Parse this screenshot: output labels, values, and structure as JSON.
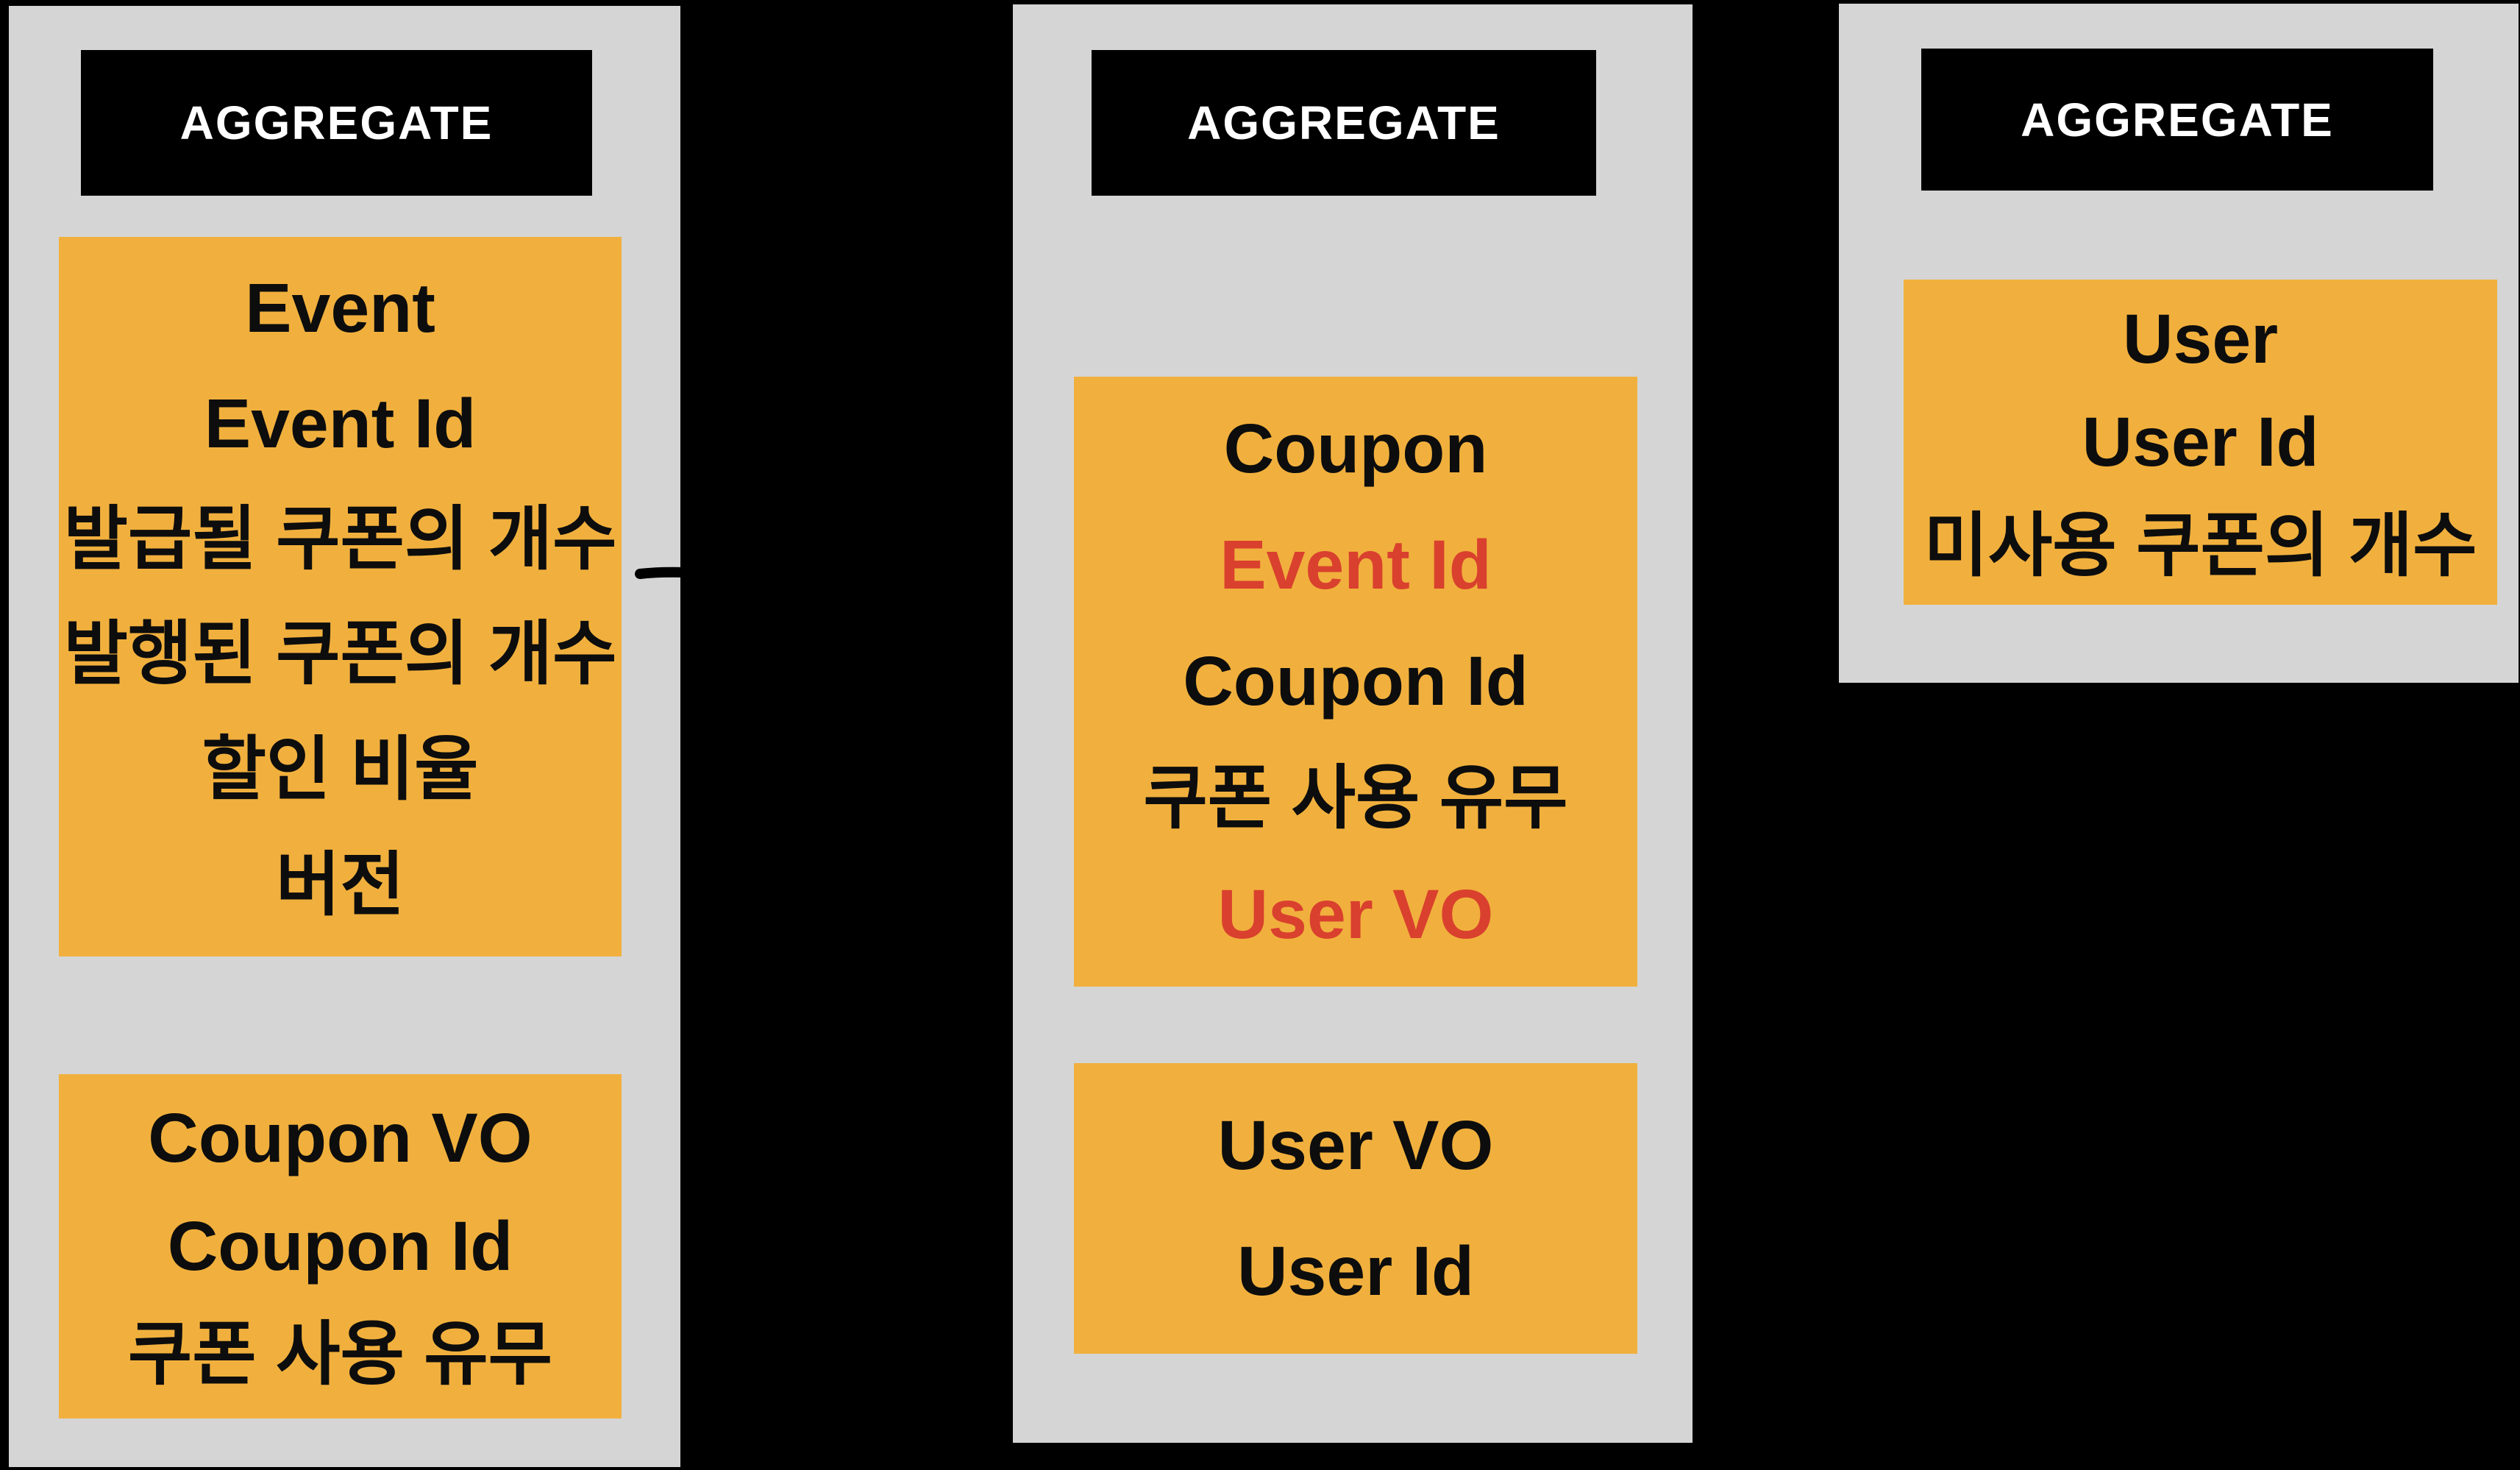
{
  "colors": {
    "background": "#000000",
    "panel": "#d5d5d5",
    "box": "#f1b03d",
    "header_bg": "#000000",
    "header_fg": "#ffffff",
    "text": "#0d0d0d",
    "red": "#d9402e"
  },
  "arrow": {
    "name": "hand-drawn-right-arrow",
    "direction": "right",
    "color": "#000000"
  },
  "aggregates": [
    {
      "title": "AGGREGATE",
      "entity_box": {
        "lines": [
          {
            "text": "Event"
          },
          {
            "text": "Event Id"
          },
          {
            "text": "발급될 쿠폰의 개수"
          },
          {
            "text": "발행된 쿠폰의 개수"
          },
          {
            "text": "할인 비율"
          },
          {
            "text": "버전"
          }
        ]
      },
      "vo_box": {
        "lines": [
          {
            "text": "Coupon VO"
          },
          {
            "text": "Coupon Id"
          },
          {
            "text": "쿠폰 사용 유무"
          }
        ]
      }
    },
    {
      "title": "AGGREGATE",
      "entity_box": {
        "lines": [
          {
            "text": "Coupon"
          },
          {
            "text": "Event Id",
            "color": "#d9402e"
          },
          {
            "text": "Coupon Id"
          },
          {
            "text": "쿠폰 사용 유무"
          },
          {
            "text": "User VO",
            "color": "#d9402e"
          }
        ]
      },
      "vo_box": {
        "lines": [
          {
            "text": "User VO"
          },
          {
            "text": "User Id"
          }
        ]
      }
    },
    {
      "title": "AGGREGATE",
      "entity_box": {
        "lines": [
          {
            "text": "User"
          },
          {
            "text": "User Id"
          },
          {
            "text": "미사용 쿠폰의 개수"
          }
        ]
      }
    }
  ]
}
